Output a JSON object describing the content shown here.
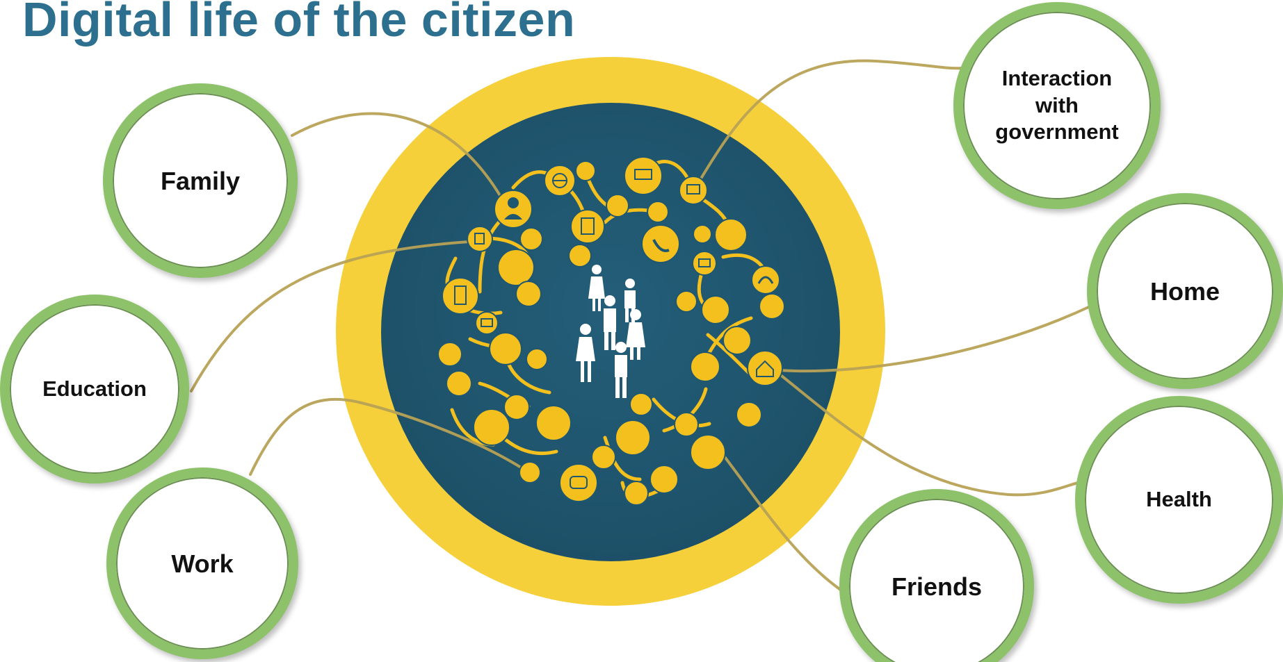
{
  "title": "Digital life of the citizen",
  "colors": {
    "title": "#2c6f8e",
    "ring": "#f5d03b",
    "core": "#1f5670",
    "icon_fill": "#f3c01e",
    "bubble_border": "#8dc26a",
    "connector": "#b8a256"
  },
  "bubbles": {
    "family": "Family",
    "education": "Education",
    "work": "Work",
    "government": "Interaction with government",
    "home": "Home",
    "health": "Health",
    "friends": "Friends"
  },
  "icons": {
    "people": "people-group-icon",
    "items": [
      "user-icon",
      "globe-icon",
      "laptop-icon",
      "touchscreen-icon",
      "notes-icon",
      "link-icon",
      "video-camera-icon",
      "phone-call-icon",
      "chat-icon",
      "group-icon",
      "camera-icon",
      "headphones-icon",
      "download-icon",
      "at-icon",
      "share-icon",
      "rss-icon",
      "home-icon",
      "wifi-tablet-icon",
      "music-icon",
      "sms-icon",
      "star-icon",
      "lightbulb-icon",
      "broadcast-icon",
      "speech-icon",
      "gear-icon",
      "devices-icon",
      "network-icon",
      "briefcase-icon",
      "heart-icon",
      "touch-hand-icon",
      "gamepad-icon",
      "film-icon",
      "shopping-bag-icon",
      "cloud-icon",
      "mail-icon",
      "smartphone-icon",
      "bird-icon",
      "megaphone-icon",
      "microphone-icon",
      "clipboard-icon",
      "phone-small-icon",
      "bars-icon"
    ]
  }
}
